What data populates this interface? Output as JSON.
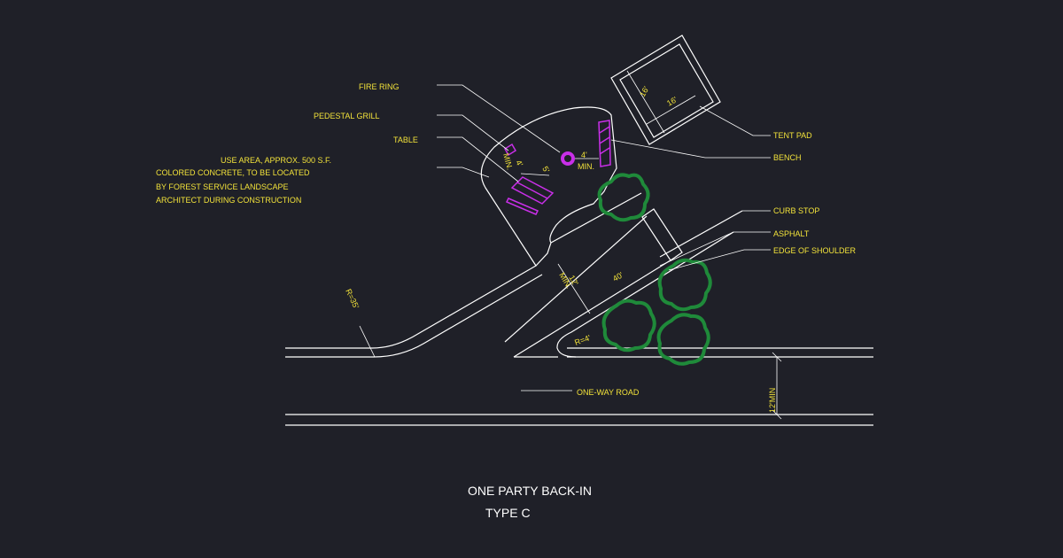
{
  "callouts": {
    "fire_ring": "FIRE RING",
    "pedestal_grill": "PEDESTAL GRILL",
    "table": "TABLE",
    "tent_pad": "TENT PAD",
    "bench": "BENCH",
    "curb_stop": "CURB STOP",
    "asphalt": "ASPHALT",
    "edge_of_shoulder": "EDGE OF SHOULDER",
    "one_way_road": "ONE-WAY ROAD"
  },
  "use_area_note": [
    "USE AREA, APPROX. 500 S.F.",
    "COLORED CONCRETE, TO BE LOCATED",
    "BY FOREST SERVICE LANDSCAPE",
    "ARCHITECT DURING CONSTRUCTION"
  ],
  "dimensions": {
    "tent_w": "16'",
    "tent_h": "16'",
    "bench_offset": "4'",
    "bench_min": "MIN.",
    "table_4": "4'",
    "table_5": "5'",
    "table_min": "MIN.",
    "spur_12": "12'",
    "spur_min": "MIN.",
    "spur_40": "40'",
    "radius_35": "R=35'",
    "radius_4": "R=4'",
    "road_12min": "12'MIN"
  },
  "title": {
    "line1": "ONE PARTY BACK-IN",
    "line2": "TYPE C"
  },
  "colors": {
    "background": "#1f2028",
    "linework": "#ffffff",
    "annotation": "#f2e23a",
    "amenity": "#c92fe8",
    "vegetation": "#1f8a3a"
  }
}
